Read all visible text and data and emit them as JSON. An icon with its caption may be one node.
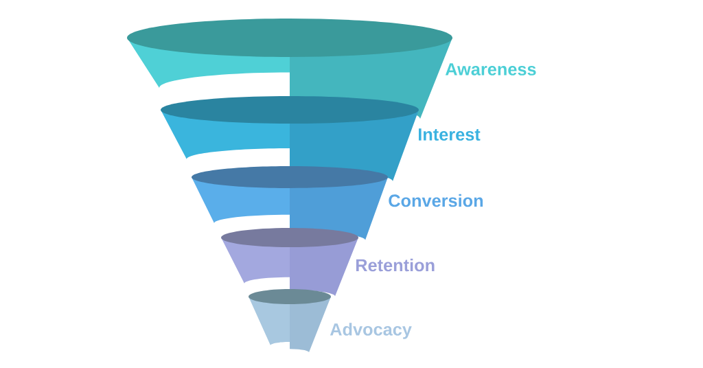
{
  "diagram": {
    "nodes": [
      {
        "text": [
          "Awareness"
        ]
      },
      {
        "text": [
          "Interest"
        ]
      },
      {
        "text": [
          "Conversion"
        ]
      },
      {
        "text": [
          "Retention"
        ]
      },
      {
        "text": [
          "Advocacy"
        ]
      }
    ]
  }
}
